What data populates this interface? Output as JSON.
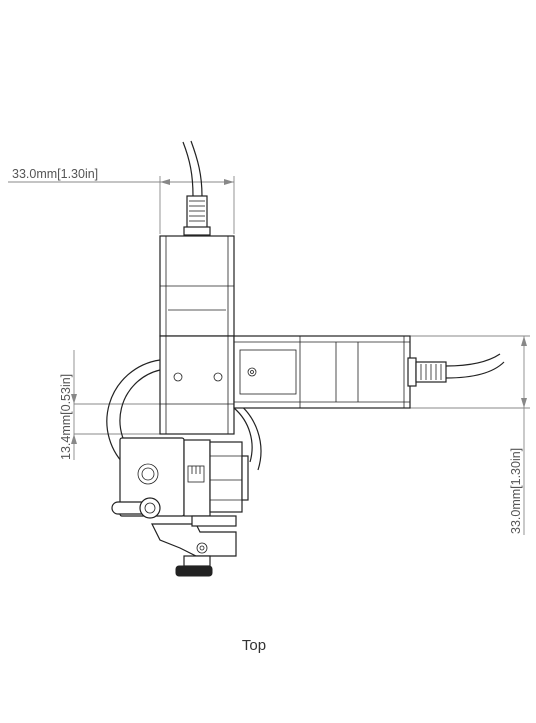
{
  "dimensions": {
    "top_width": "33.0mm[1.30in]",
    "left_offset": "13.4mm[0.53in]",
    "right_height": "33.0mm[1.30in]"
  },
  "caption": "Top"
}
